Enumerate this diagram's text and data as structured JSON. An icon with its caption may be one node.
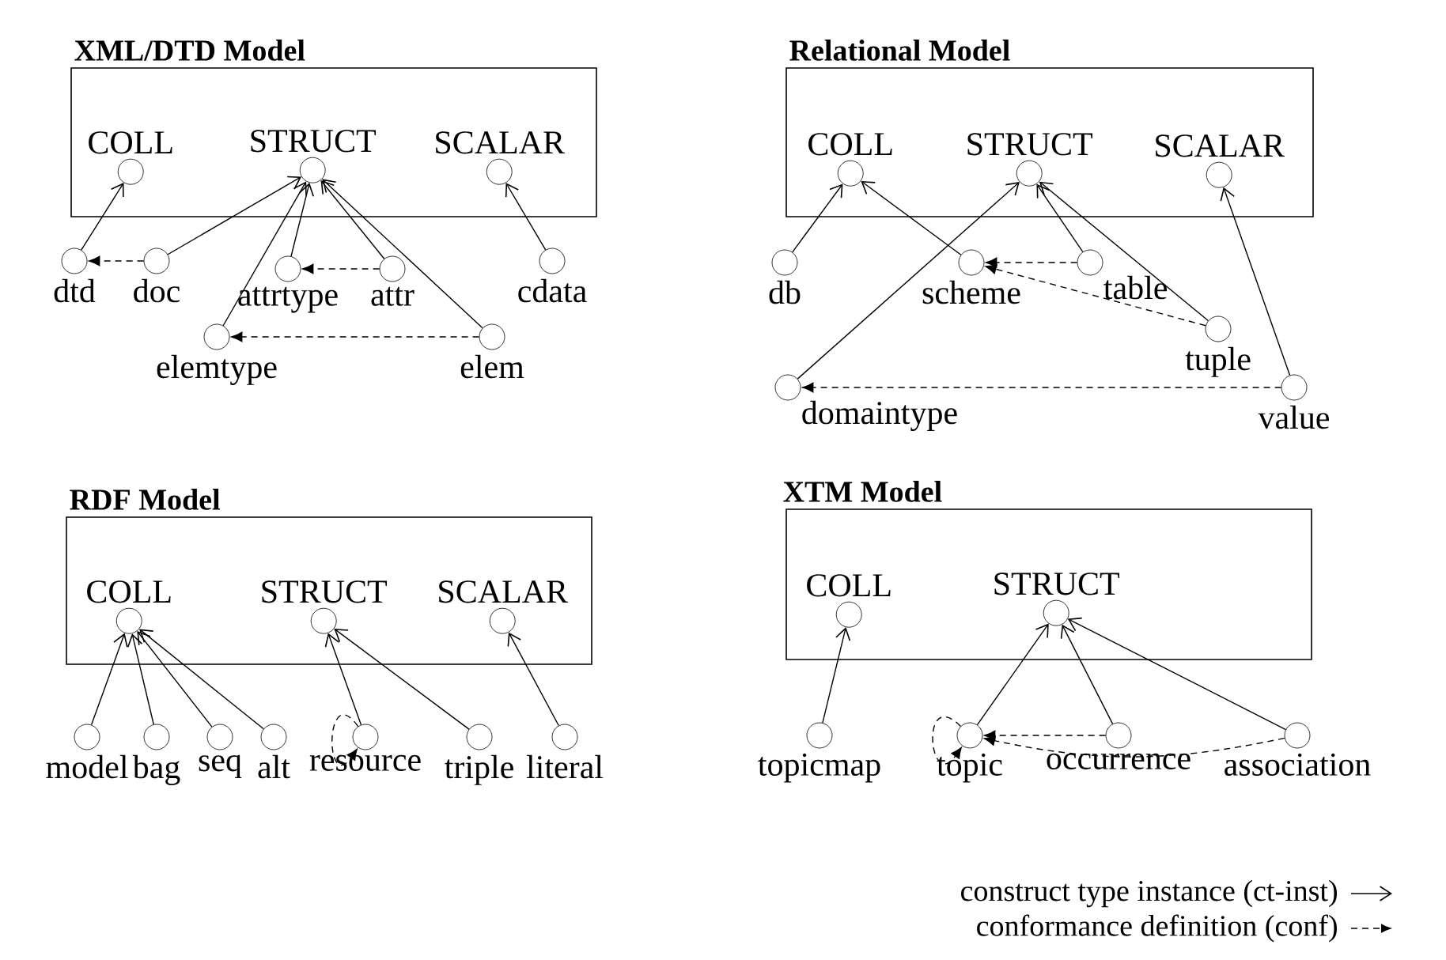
{
  "diagram": {
    "nodes": [
      {
        "text": [
          "XML/DTD Model"
        ]
      },
      {
        "text": [
          "COLL"
        ],
        "in": 0
      },
      {
        "text": [
          "STRUCT"
        ],
        "in": 0
      },
      {
        "text": [
          "SCALAR"
        ],
        "in": 0
      },
      {
        "text": [
          "dtd"
        ]
      },
      {
        "text": [
          "doc"
        ]
      },
      {
        "text": [
          "attrtype"
        ]
      },
      {
        "text": [
          "attr"
        ]
      },
      {
        "text": [
          "cdata"
        ]
      },
      {
        "text": [
          "elemtype"
        ]
      },
      {
        "text": [
          "elem"
        ]
      },
      {
        "text": [
          "Relational Model"
        ]
      },
      {
        "text": [
          "COLL"
        ],
        "in": 11
      },
      {
        "text": [
          "STRUCT"
        ],
        "in": 11
      },
      {
        "text": [
          "SCALAR"
        ],
        "in": 11
      },
      {
        "text": [
          "db"
        ]
      },
      {
        "text": [
          "scheme"
        ]
      },
      {
        "text": [
          "table"
        ]
      },
      {
        "text": [
          "tuple"
        ]
      },
      {
        "text": [
          "domaintype"
        ]
      },
      {
        "text": [
          "value"
        ]
      },
      {
        "text": [
          "RDF Model"
        ]
      },
      {
        "text": [
          "COLL"
        ],
        "in": 21
      },
      {
        "text": [
          "STRUCT"
        ],
        "in": 21
      },
      {
        "text": [
          "SCALAR"
        ],
        "in": 21
      },
      {
        "text": [
          "model"
        ]
      },
      {
        "text": [
          "bag"
        ]
      },
      {
        "text": [
          "seq"
        ]
      },
      {
        "text": [
          "alt"
        ]
      },
      {
        "text": [
          "resource"
        ]
      },
      {
        "text": [
          "triple"
        ]
      },
      {
        "text": [
          "literal"
        ]
      },
      {
        "text": [
          "XTM Model"
        ]
      },
      {
        "text": [
          "COLL"
        ],
        "in": 32
      },
      {
        "text": [
          "STRUCT"
        ],
        "in": 32
      },
      {
        "text": [
          "topicmap"
        ]
      },
      {
        "text": [
          "topic"
        ]
      },
      {
        "text": [
          "occurrence"
        ]
      },
      {
        "text": [
          "association"
        ]
      }
    ],
    "edges": [
      {
        "from": 4,
        "to": 1,
        "arrow": "to"
      },
      {
        "from": 5,
        "to": 2,
        "arrow": "to"
      },
      {
        "from": 5,
        "to": 4,
        "arrow": "to",
        "style": "dashed"
      },
      {
        "from": 6,
        "to": 2,
        "arrow": "to"
      },
      {
        "from": 7,
        "to": 6,
        "arrow": "to",
        "style": "dashed"
      },
      {
        "from": 7,
        "to": 2,
        "arrow": "to"
      },
      {
        "from": 9,
        "to": 2,
        "arrow": "to"
      },
      {
        "from": 10,
        "to": 2,
        "arrow": "to"
      },
      {
        "from": 10,
        "to": 9,
        "arrow": "to",
        "style": "dashed"
      },
      {
        "from": 8,
        "to": 3,
        "arrow": "to"
      },
      {
        "from": 15,
        "to": 12,
        "arrow": "to"
      },
      {
        "from": 16,
        "to": 12,
        "arrow": "to"
      },
      {
        "from": 17,
        "to": 13,
        "arrow": "to"
      },
      {
        "from": 18,
        "to": 13,
        "arrow": "to"
      },
      {
        "from": 19,
        "to": 13,
        "arrow": "to"
      },
      {
        "from": 20,
        "to": 14,
        "arrow": "to"
      },
      {
        "from": 17,
        "to": 16,
        "arrow": "to",
        "style": "dashed"
      },
      {
        "from": 18,
        "to": 16,
        "arrow": "to",
        "style": "dashed"
      },
      {
        "from": 20,
        "to": 19,
        "arrow": "to",
        "style": "dashed"
      },
      {
        "from": 25,
        "to": 22,
        "arrow": "to"
      },
      {
        "from": 26,
        "to": 22,
        "arrow": "to"
      },
      {
        "from": 27,
        "to": 22,
        "arrow": "to"
      },
      {
        "from": 28,
        "to": 22,
        "arrow": "to"
      },
      {
        "from": 29,
        "to": 23,
        "arrow": "to"
      },
      {
        "from": 30,
        "to": 23,
        "arrow": "to"
      },
      {
        "from": 31,
        "to": 24,
        "arrow": "to"
      },
      {
        "from": 29,
        "to": 29,
        "arrow": "to",
        "style": "dashed"
      },
      {
        "from": 35,
        "to": 33,
        "arrow": "to"
      },
      {
        "from": 36,
        "to": 34,
        "arrow": "to"
      },
      {
        "from": 37,
        "to": 34,
        "arrow": "to"
      },
      {
        "from": 38,
        "to": 34,
        "arrow": "to"
      },
      {
        "from": 37,
        "to": 36,
        "arrow": "to",
        "style": "dashed"
      },
      {
        "from": 38,
        "to": 36,
        "arrow": "to",
        "style": "dashed"
      },
      {
        "from": 36,
        "to": 36,
        "arrow": "to",
        "style": "dashed"
      }
    ],
    "legend": [
      {
        "text": "construct type instance (ct-inst)"
      },
      {
        "text": "conformance definition (conf)"
      }
    ]
  }
}
